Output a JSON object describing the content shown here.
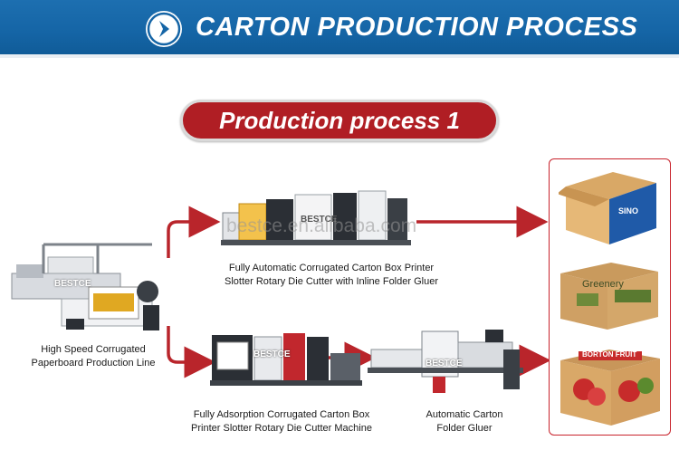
{
  "header": {
    "title": "CARTON PRODUCTION PROCESS",
    "icon": "chevron-right-icon"
  },
  "section": {
    "title": "Production process 1"
  },
  "machines": {
    "production_line": {
      "caption_line1": "High Speed Corrugated",
      "caption_line2": "Paperboard Production Line"
    },
    "printer_inline": {
      "caption_line1": "Fully Automatic Corrugated Carton Box Printer",
      "caption_line2": "Slotter Rotary Die Cutter with Inline Folder Gluer"
    },
    "printer_adsorption": {
      "caption_line1": "Fully Adsorption Corrugated Carton Box",
      "caption_line2": "Printer Slotter Rotary Die Cutter Machine"
    },
    "folder_gluer": {
      "caption_line1": "Automatic Carton",
      "caption_line2": "Folder Gluer"
    }
  },
  "brand_label": "BESTCE",
  "watermark": "bestce.en.alibaba.com",
  "box_labels": {
    "box1": "SINO",
    "box2": "Greenery",
    "box3": "BORTON FRUIT"
  },
  "colors": {
    "banner": "#1565a6",
    "accent_red": "#b01e24",
    "arrow_red": "#b9252b"
  }
}
